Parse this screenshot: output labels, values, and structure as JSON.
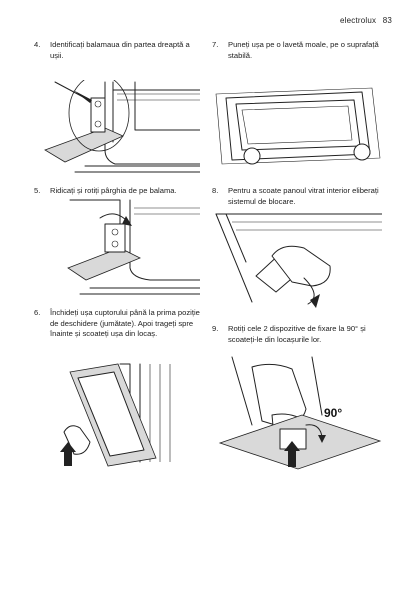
{
  "header": {
    "brand": "electrolux",
    "page_number": "83"
  },
  "steps": [
    {
      "num": "4.",
      "text": "Identificați balamaua din partea dreaptă a ușii."
    },
    {
      "num": "5.",
      "text": "Ridicați și rotiți pârghia de pe balama."
    },
    {
      "num": "6.",
      "text": "Închideți ușa cuptorului până la prima poziție de deschidere (jumătate). Apoi trageți spre înainte și scoateți ușa din locaș."
    },
    {
      "num": "7.",
      "text": "Puneți ușa pe o lavetă moale, pe o suprafață stabilă."
    },
    {
      "num": "8.",
      "text": "Pentru a scoate panoul vitrat interior eliberați sistemul de blocare."
    },
    {
      "num": "9.",
      "text": "Rotiți cele 2 dispozitive de fixare la 90° și scoateți-le din locașurile lor."
    }
  ],
  "figures": {
    "rotation_label": "90°"
  }
}
